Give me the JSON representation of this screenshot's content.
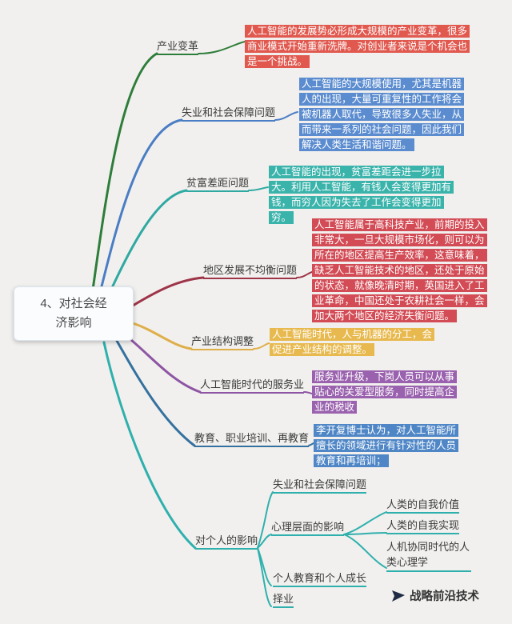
{
  "page": {
    "background": "#f1f0ee"
  },
  "root": {
    "label": "4、对社会经济影响"
  },
  "branches": [
    {
      "label": "产业变革",
      "color": "#2e7d3a",
      "detail_bg": "#e0584e",
      "detail": "人工智能的发展势必形成大规模的产业变革，很多商业模式开始重新洗牌。对创业者来说是个机会也是一个挑战。"
    },
    {
      "label": "失业和社会保障问题",
      "color": "#4a7dc4",
      "detail_bg": "#5b8ccf",
      "detail": "人工智能的大规模使用，尤其是机器人的出现，大量可重复性的工作将会被机器人取代，导致很多人失业，从而带来一系列的社会问题，因此我们解决人类生活和谐问题。"
    },
    {
      "label": "贫富差距问题",
      "color": "#2fa9a2",
      "detail_bg": "#3ab3ab",
      "detail": "人工智能的出现，贫富差距会进一步拉大。利用人工智能，有钱人会变得更加有钱，而穷人因为失去了工作会变得更加穷。"
    },
    {
      "label": "地区发展不均衡问题",
      "color": "#9e3448",
      "detail_bg": "#d24b55",
      "detail": "人工智能属于高科技产业，前期的投入非常大，一旦大规模市场化，则可以为所在的地区提高生产效率，这意味着，缺乏人工智能技术的地区，还处于原始的状态，就像晚清时期，英国进入了工业革命，中国还处于农耕社会一样，会加大两个地区的经济失衡问题。"
    },
    {
      "label": "产业结构调整",
      "color": "#dfae49",
      "detail_bg": "#e7b94e",
      "detail": "人工智能时代，人与机器的分工，会促进产业结构的调整。"
    },
    {
      "label": "人工智能时代的服务业",
      "color": "#8d55a3",
      "detail_bg": "#9a62ae",
      "detail": "服务业升级，下岗人员可以从事贴心的关爱型服务，同时提高企业的税收"
    },
    {
      "label": "教育、职业培训、再教育",
      "color": "#35719e",
      "detail_bg": "#4f86c6",
      "detail": "李开复博士认为，对人工智能所擅长的领域进行有针对性的人员教育和再培训；"
    },
    {
      "label": "对个人的影响",
      "color": "#2fb0ad"
    }
  ],
  "personal_children": [
    {
      "label": "失业和社会保障问题"
    },
    {
      "label": "心理层面的影响"
    },
    {
      "label": "个人教育和个人成长"
    },
    {
      "label": "择业"
    }
  ],
  "psych_children": [
    {
      "label": "人类的自我价值"
    },
    {
      "label": "人类的自我实现"
    },
    {
      "label": "人机协同时代的人类心理学"
    }
  ],
  "watermark": {
    "text": "战略前沿技术"
  }
}
